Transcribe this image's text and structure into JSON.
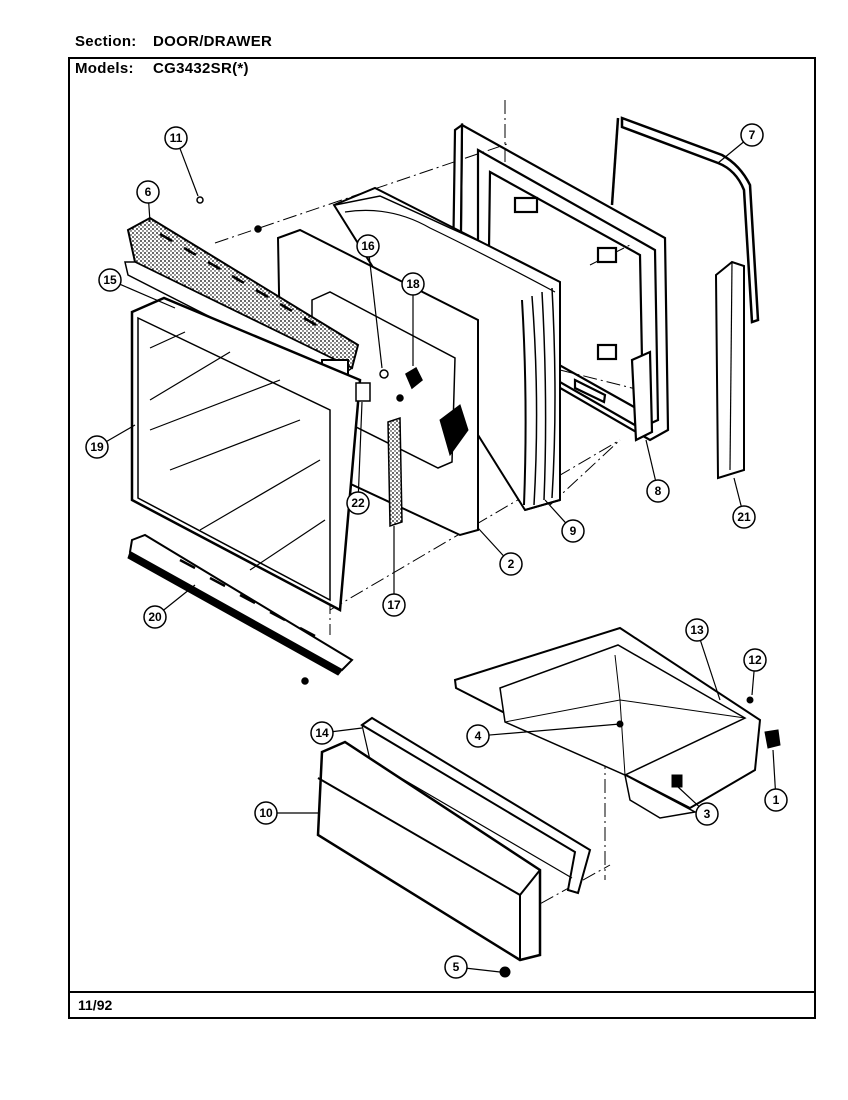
{
  "header": {
    "section_label": "Section:",
    "section_value": "DOOR/DRAWER",
    "models_label": "Models:",
    "models_value": "CG3432SR(*)"
  },
  "footer": {
    "date": "11/92"
  },
  "callouts": [
    {
      "id": "c11",
      "number": "11"
    },
    {
      "id": "c6",
      "number": "6"
    },
    {
      "id": "c15",
      "number": "15"
    },
    {
      "id": "c19",
      "number": "19"
    },
    {
      "id": "c20",
      "number": "20"
    },
    {
      "id": "c16",
      "number": "16"
    },
    {
      "id": "c18",
      "number": "18"
    },
    {
      "id": "c22",
      "number": "22"
    },
    {
      "id": "c17",
      "number": "17"
    },
    {
      "id": "c2",
      "number": "2"
    },
    {
      "id": "c9",
      "number": "9"
    },
    {
      "id": "c8",
      "number": "8"
    },
    {
      "id": "c7",
      "number": "7"
    },
    {
      "id": "c21",
      "number": "21"
    },
    {
      "id": "c13",
      "number": "13"
    },
    {
      "id": "c12",
      "number": "12"
    },
    {
      "id": "c4",
      "number": "4"
    },
    {
      "id": "c3",
      "number": "3"
    },
    {
      "id": "c1",
      "number": "1"
    },
    {
      "id": "c14",
      "number": "14"
    },
    {
      "id": "c10",
      "number": "10"
    },
    {
      "id": "c5",
      "number": "5"
    }
  ]
}
